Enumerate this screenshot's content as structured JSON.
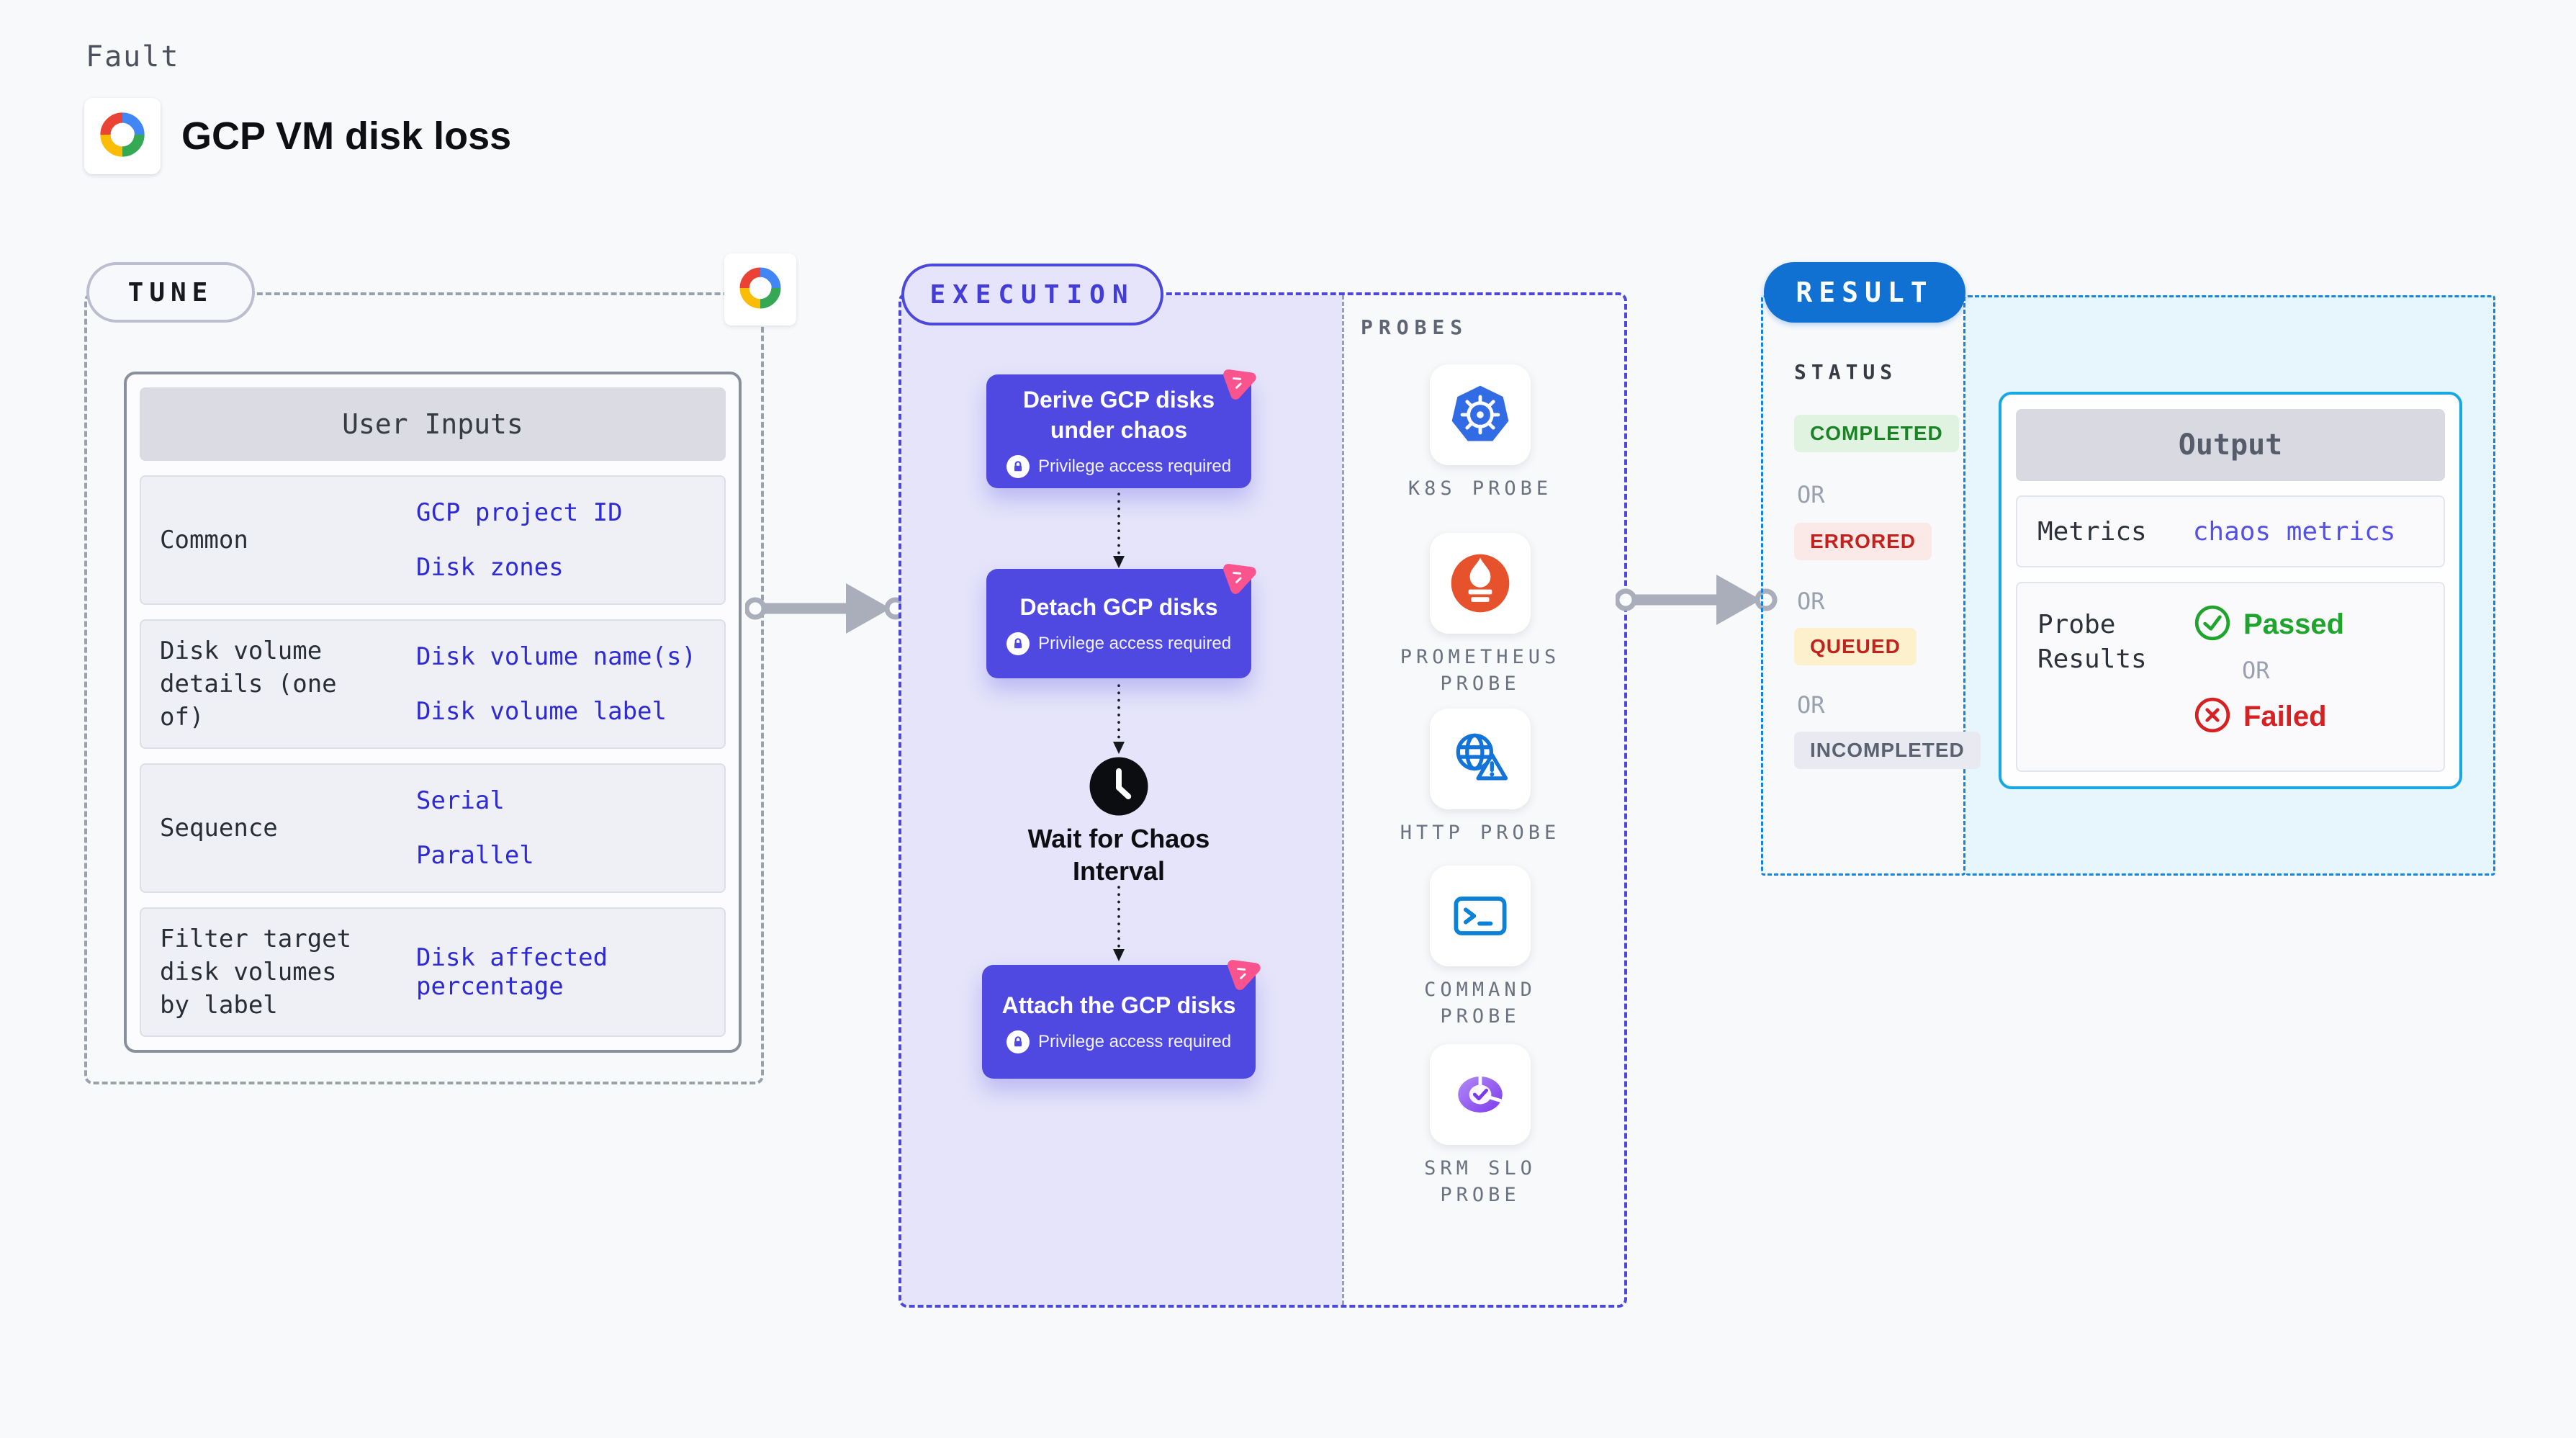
{
  "header": {
    "kicker": "Fault",
    "title": "GCP VM disk loss"
  },
  "tune": {
    "pill": "TUNE",
    "inputs_header": "User Inputs",
    "rows": [
      {
        "label": "Common",
        "values": [
          "GCP project ID",
          "Disk zones"
        ]
      },
      {
        "label": "Disk volume details (one of)",
        "values": [
          "Disk volume name(s)",
          "Disk volume label"
        ]
      },
      {
        "label": "Sequence",
        "values": [
          "Serial",
          "Parallel"
        ]
      },
      {
        "label": "Filter target disk volumes by label",
        "values": [
          "Disk affected percentage"
        ]
      }
    ]
  },
  "execution": {
    "pill": "EXECUTION",
    "steps": {
      "derive": {
        "title": "Derive GCP disks under chaos",
        "badge": "Privilege access required"
      },
      "detach": {
        "title": "Detach GCP disks",
        "badge": "Privilege access required"
      },
      "wait": {
        "title": "Wait for Chaos Interval"
      },
      "attach": {
        "title": "Attach the GCP disks",
        "badge": "Privilege access required"
      }
    },
    "probes": {
      "heading": "PROBES",
      "items": [
        {
          "label": "K8S PROBE",
          "icon": "kubernetes-icon"
        },
        {
          "label": "PROMETHEUS PROBE",
          "icon": "prometheus-icon"
        },
        {
          "label": "HTTP PROBE",
          "icon": "http-globe-warning-icon"
        },
        {
          "label": "COMMAND PROBE",
          "icon": "terminal-icon"
        },
        {
          "label": "SRM SLO PROBE",
          "icon": "slo-pie-check-icon"
        }
      ]
    }
  },
  "result": {
    "pill": "RESULT",
    "status_heading": "STATUS",
    "or": "OR",
    "statuses": [
      {
        "label": "COMPLETED"
      },
      {
        "label": "ERRORED"
      },
      {
        "label": "QUEUED"
      },
      {
        "label": "INCOMPLETED"
      }
    ],
    "output": {
      "header": "Output",
      "metrics_label": "Metrics",
      "metrics_value": "chaos metrics",
      "probe_results_label": "Probe Results",
      "passed": "Passed",
      "or": "OR",
      "failed": "Failed"
    }
  },
  "colors": {
    "page_bg": "#F8F9FB",
    "accent_indigo": "#4B48DB",
    "step_block_indigo": "#4F49E2",
    "lavender_panel": "#E5E4FA",
    "result_blue": "#1171D2",
    "result_dash_border": "#1684DE",
    "output_panel_bg": "#E7F6FD",
    "output_card_border": "#17A7E3",
    "value_link_blue": "#2E2AD5",
    "metrics_link_blue": "#5451E9",
    "passed_green": "#1FA42D",
    "failed_red": "#D62021",
    "completed_green": "#1B8225",
    "errored_red": "#C2221D",
    "badge_pink": "#F9548D",
    "arrow_gray": "#A9AEBA",
    "kubernetes_blue": "#326CE5",
    "prometheus_orange": "#E6522C"
  }
}
